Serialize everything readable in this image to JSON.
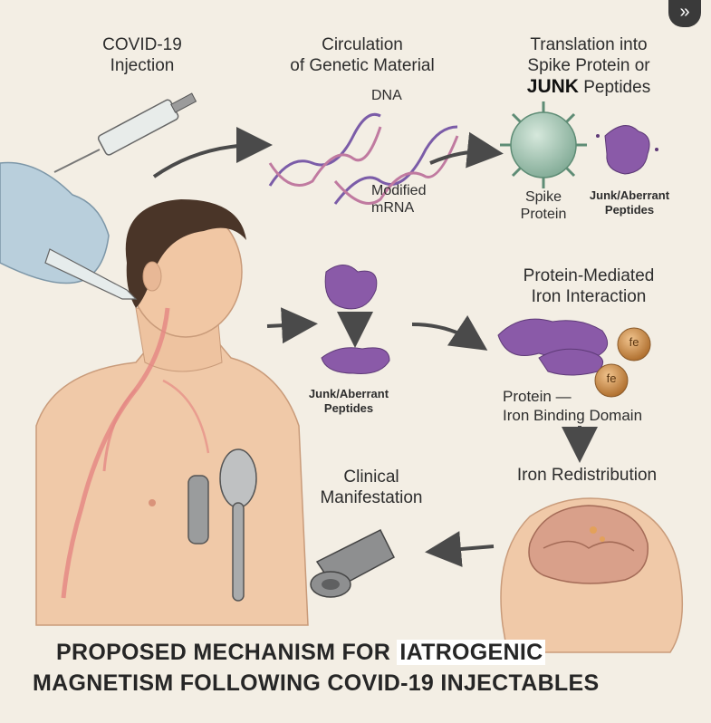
{
  "steps": {
    "injection": "COVID-19\nInjection",
    "circulation": "Circulation\nof Genetic Material",
    "dna": "DNA",
    "mrna": "Modified\nmRNA",
    "translation_line1": "Translation into",
    "translation_line2": "Spike Protein or",
    "translation_junk": "JUNK",
    "translation_peptides": "Peptides",
    "spike": "Spike\nProtein",
    "junk_top": "Junk/Aberrant\nPeptides",
    "junk_mid": "Junk/Aberrant\nPeptides",
    "protein_iron": "Protein-Mediated\nIron Interaction",
    "binding": "Protein —\nIron Binding Domain",
    "fe1": "fe",
    "fe2": "fe",
    "redistribution": "Iron Redistribution",
    "clinical": "Clinical\nManifestation"
  },
  "title": {
    "line1_a": "PROPOSED MECHANISM FOR",
    "line1_b": "IATROGENIC",
    "line2": "MAGNETISM FOLLOWING COVID-19 INJECTABLES"
  },
  "corner_button": "»",
  "colors": {
    "background": "#f3eee4",
    "peptide": "#8a5aa8",
    "spike": "#a9c9b6",
    "fe": "#c98a4b",
    "dna_purple": "#7b5ca8",
    "dna_pink": "#c07aa0",
    "arrow": "#4a4a4a"
  }
}
